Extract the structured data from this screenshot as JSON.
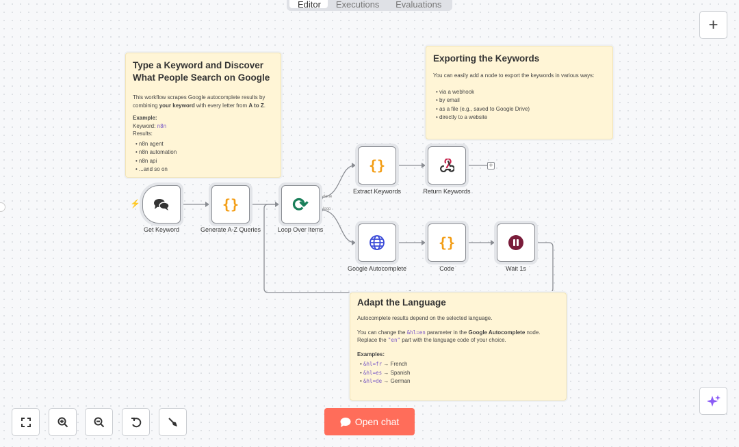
{
  "tabs": [
    {
      "label": "Editor",
      "active": true
    },
    {
      "label": "Executions"
    },
    {
      "label": "Evaluations"
    }
  ],
  "notes": {
    "intro": {
      "title": "Type a Keyword and Discover What People Search on Google",
      "text_pre": "This workflow scrapes Google autocomplete results by combining ",
      "bold1": "your keyword",
      "text_mid": " with every letter from ",
      "bold2": "A to Z",
      "text_post": ".",
      "example_label": "Example:",
      "keyword_label": "Keyword: ",
      "keyword_value": "n8n",
      "results_label": "Results:",
      "results": [
        "n8n agent",
        "n8n automation",
        "n8n api",
        "...and so on"
      ]
    },
    "export": {
      "title": "Exporting the Keywords",
      "text": "You can easily add a node to export the keywords in various ways:",
      "items": [
        "via a webhook",
        "by email",
        "as a file (e.g., saved to Google Drive)",
        "directly to a website"
      ]
    },
    "language": {
      "title": "Adapt the Language",
      "text1": "Autocomplete results depend on the selected language.",
      "t2a": "You can change the ",
      "t2code": "&hl=en",
      "t2b": " parameter in the ",
      "t2bold": "Google Autocomplete",
      "t2c": " node.",
      "t3a": "Replace the ",
      "t3code": "\"en\"",
      "t3b": " part with the language code of your choice.",
      "examples_label": "Examples:",
      "examples": [
        {
          "code": "&hl=fr",
          "lang": "→ French"
        },
        {
          "code": "&hl=es",
          "lang": "→ Spanish"
        },
        {
          "code": "&hl=de",
          "lang": "→ German"
        }
      ]
    }
  },
  "nodes": {
    "get_keyword": "Get Keyword",
    "generate": "Generate A-Z Queries",
    "loop": "Loop Over Items",
    "extract": "Extract Keywords",
    "return": "Return Keywords",
    "google": "Google Autocomplete",
    "code": "Code",
    "wait": "Wait 1s"
  },
  "loop_outputs": {
    "done": "done",
    "loop": "loop"
  },
  "open_chat": "Open chat",
  "colors": {
    "accent": "#ff6d5a",
    "note_bg": "#fff5d6",
    "code_icon": "#f39c12",
    "loop_icon": "#1a7f5a",
    "globe_icon": "#3b4bd8",
    "wait_icon": "#7a1c3a"
  }
}
